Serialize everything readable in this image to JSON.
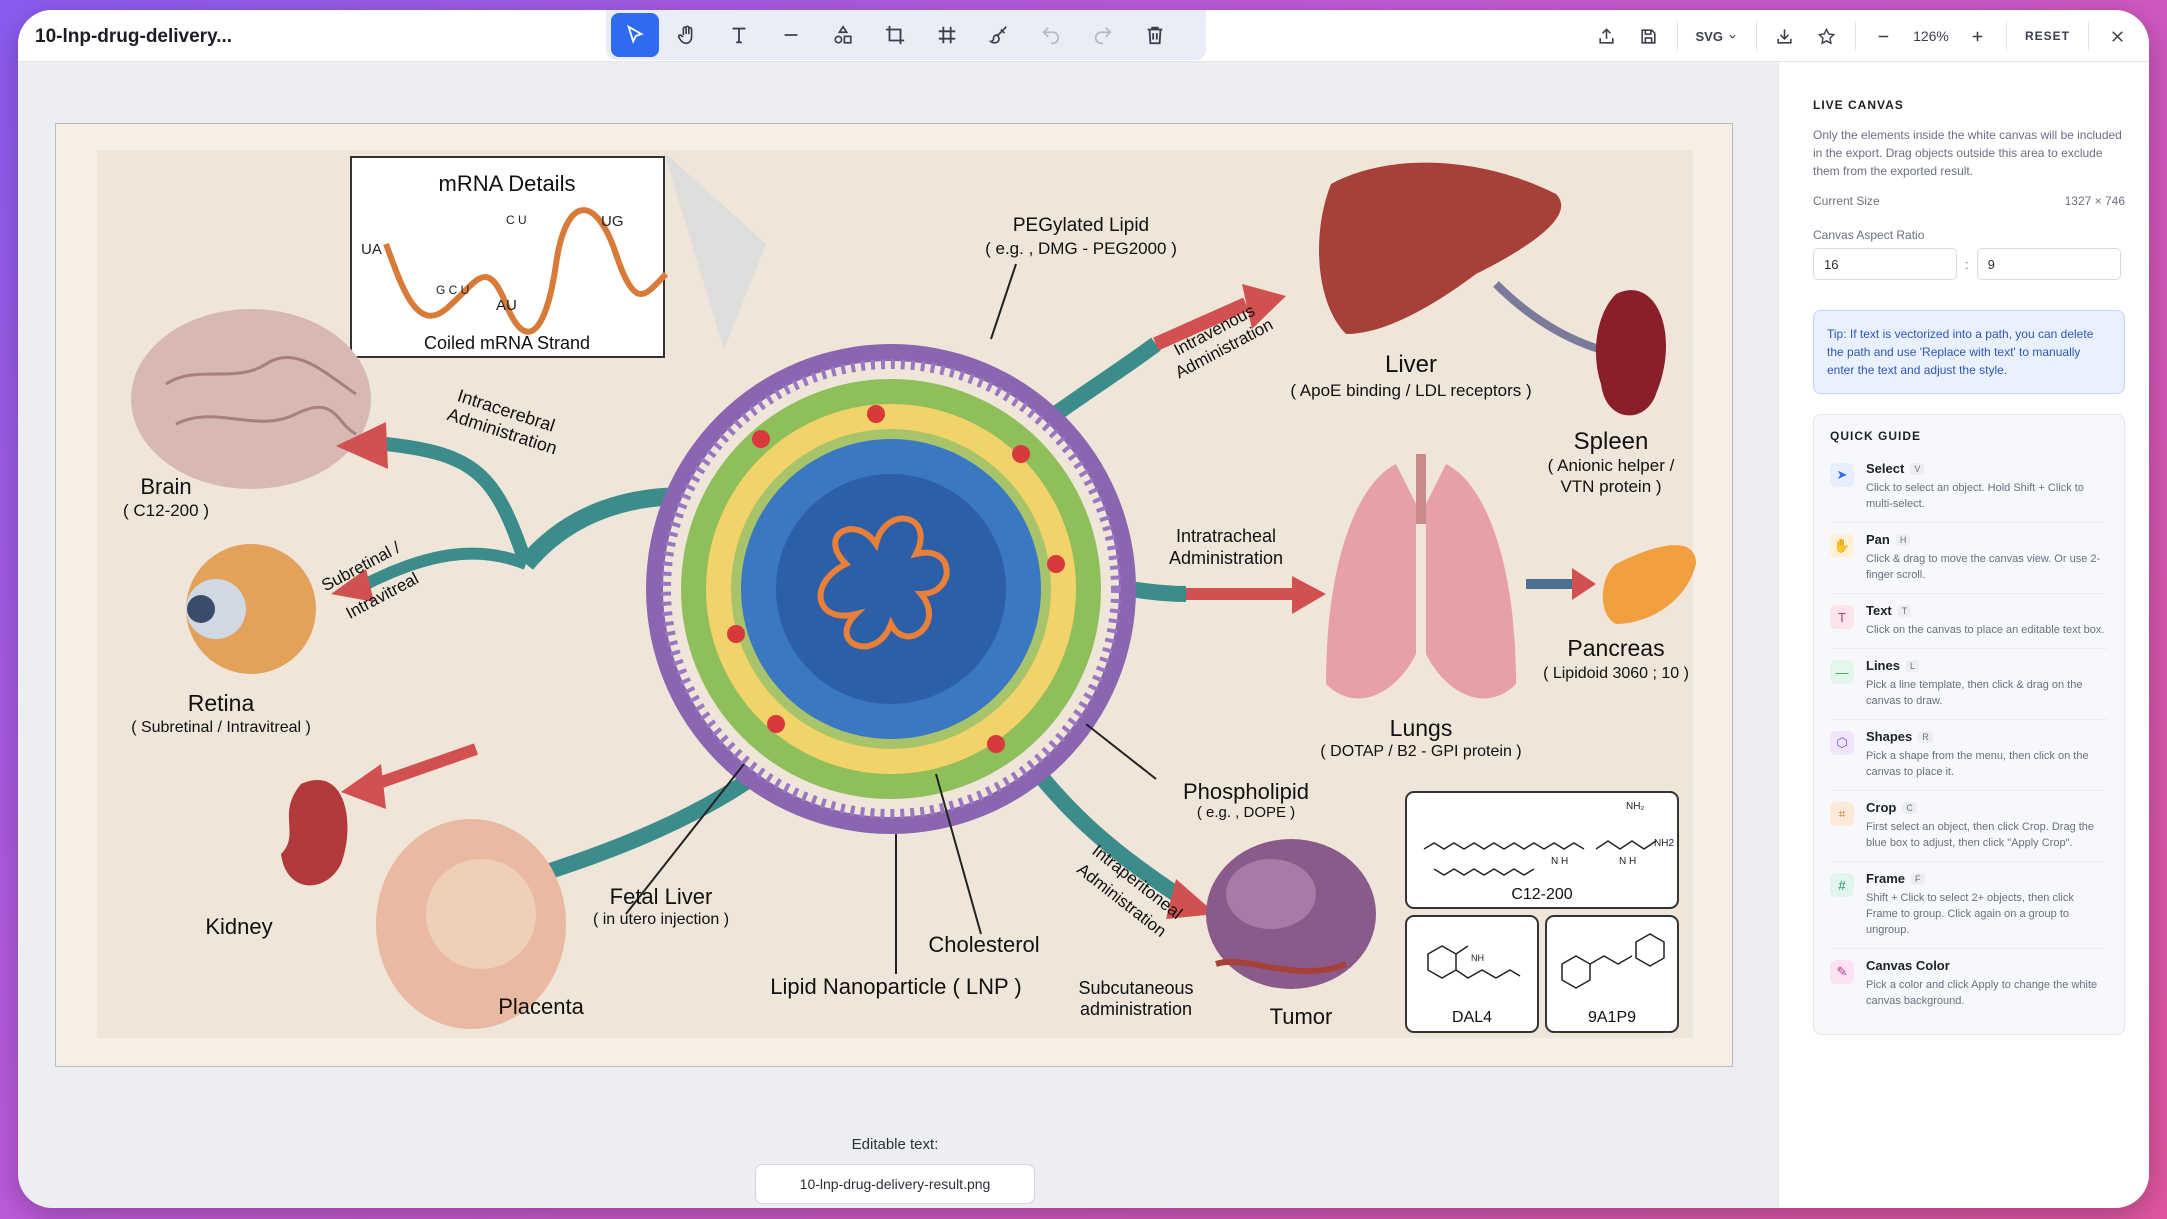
{
  "header": {
    "title": "10-lnp-drug-delivery..."
  },
  "toolbar": {
    "tools": [
      "select",
      "pan",
      "text",
      "line",
      "shapes",
      "crop",
      "frame",
      "canvas-color",
      "undo",
      "redo",
      "delete"
    ]
  },
  "right_toolbar": {
    "format": "SVG",
    "zoom": "126%",
    "reset": "RESET"
  },
  "canvas": {
    "editable_label": "Editable text:",
    "filename": "10-lnp-drug-delivery-result.png"
  },
  "figure": {
    "mrna_title": "mRNA Details",
    "mrna_sub": "Coiled mRNA Strand",
    "nuc_ua": "UA",
    "nuc_ug": "UG",
    "nuc_au": "AU",
    "nuc_cu": "C U",
    "nuc_gc": "G C U",
    "peg_title": "PEGylated Lipid",
    "peg_sub": "( e.g. , DMG - PEG2000 )",
    "iv": "Intravenous",
    "iv2": "Administration",
    "liver": "Liver",
    "liver_sub": "( ApoE binding / LDL receptors )",
    "spleen": "Spleen",
    "spleen_sub1": "( Anionic helper /",
    "spleen_sub2": "VTN protein )",
    "brain": "Brain",
    "brain_sub": "( C12-200 )",
    "icb1": "Intracerebral",
    "icb2": "Administration",
    "sub1": "Subretinal /",
    "sub2": "Intravitreal",
    "retina": "Retina",
    "retina_sub": "( Subretinal / Intravitreal )",
    "it1": "Intratracheal",
    "it2": "Administration",
    "lungs": "Lungs",
    "lungs_sub": "( DOTAP / B2 - GPI protein )",
    "pancreas": "Pancreas",
    "pancreas_sub": "( Lipidoid 3060 ; 10 )",
    "kidney": "Kidney",
    "placenta": "Placenta",
    "fetal": "Fetal Liver",
    "fetal_sub": "( in utero injection )",
    "lnp": "Lipid Nanoparticle ( LNP )",
    "chol": "Cholesterol",
    "phos": "Phospholipid",
    "phos_sub": "( e.g. , DOPE )",
    "ip1": "Intraperitoneal",
    "ip2": "Administration",
    "subq1": "Subcutaneous",
    "subq2": "administration",
    "tumor": "Tumor",
    "c12": "C12-200",
    "dal4": "DAL4",
    "a9": "9A1P9",
    "nh2a": "NH₂",
    "nh2b": "NH2",
    "nh_label": "N H",
    "nh_label2": "N H",
    "nh_dal": "NH"
  },
  "panel": {
    "head": "LIVE CANVAS",
    "desc": "Only the elements inside the white canvas will be included in the export. Drag objects outside this area to exclude them from the exported result.",
    "size_label": "Current Size",
    "size_value": "1327 × 746",
    "ratio_label": "Canvas Aspect Ratio",
    "ratio_w": "16",
    "ratio_h": "9",
    "ratio_sep": ":",
    "tip": "Tip: If text is vectorized into a path, you can delete the path and use 'Replace with text' to manually enter the text and adjust the style.",
    "guide_head": "QUICK GUIDE",
    "guide": [
      {
        "title": "Select",
        "key": "V",
        "desc": "Click to select an object. Hold Shift + Click to multi-select."
      },
      {
        "title": "Pan",
        "key": "H",
        "desc": "Click & drag to move the canvas view. Or use 2-finger scroll."
      },
      {
        "title": "Text",
        "key": "T",
        "desc": "Click on the canvas to place an editable text box."
      },
      {
        "title": "Lines",
        "key": "L",
        "desc": "Pick a line template, then click & drag on the canvas to draw."
      },
      {
        "title": "Shapes",
        "key": "R",
        "desc": "Pick a shape from the menu, then click on the canvas to place it."
      },
      {
        "title": "Crop",
        "key": "C",
        "desc": "First select an object, then click Crop. Drag the blue box to adjust, then click \"Apply Crop\"."
      },
      {
        "title": "Frame",
        "key": "F",
        "desc": "Shift + Click to select 2+ objects, then click Frame to group. Click again on a group to ungroup."
      },
      {
        "title": "Canvas Color",
        "key": "",
        "desc": "Pick a color and click Apply to change the white canvas background."
      }
    ]
  },
  "colors": {
    "accent": "#2f6bf0"
  }
}
